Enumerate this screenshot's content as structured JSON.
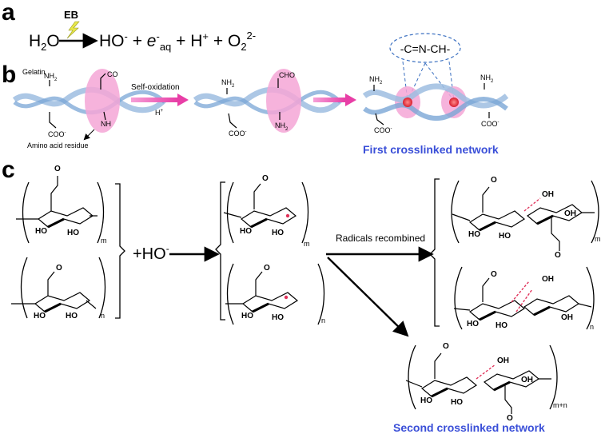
{
  "panels": {
    "a": "a",
    "b": "b",
    "c": "c"
  },
  "panel_a": {
    "reactant": "H",
    "reactant_sub": "2",
    "reactant_tail": "O",
    "arrow_label": "EB",
    "products": "HO",
    "products_sup": "-",
    "plus": "+",
    "e": "e",
    "e_sup": "-",
    "e_sub": "aq",
    "h": "H",
    "h_sup": "+",
    "o": "O",
    "o_sub": "2",
    "o_sup": "2-"
  },
  "panel_b": {
    "gelatin_label": "Gelatin",
    "nh2": "NH",
    "nh2_sub": "2",
    "coo": "COO",
    "coo_sup": "-",
    "co": "CO",
    "nh": "NH",
    "amino_label": "Amino acid residue",
    "self_oxidation": "Self-oxidation",
    "hplus": "H",
    "hplus_sup": "+",
    "cho": "CHO",
    "imine": "-C=N-CH-",
    "first_network": "First crosslinked network"
  },
  "panel_c": {
    "subscripts": {
      "m": "m",
      "n": "n",
      "mn": "m+n"
    },
    "plus_ho": "+HO",
    "plus_ho_sup": "-",
    "radicals_label": "Radicals recombined",
    "second_network": "Second crosslinked network",
    "ho": "HO",
    "oh": "OH",
    "o": "O"
  },
  "colors": {
    "network_text": "#3a4fd8",
    "pink_highlight": "#f5a6d6",
    "arrow_pink": "#e83ea6",
    "radical_red": "#e0325a",
    "helix_blue": "#9dbde0"
  }
}
